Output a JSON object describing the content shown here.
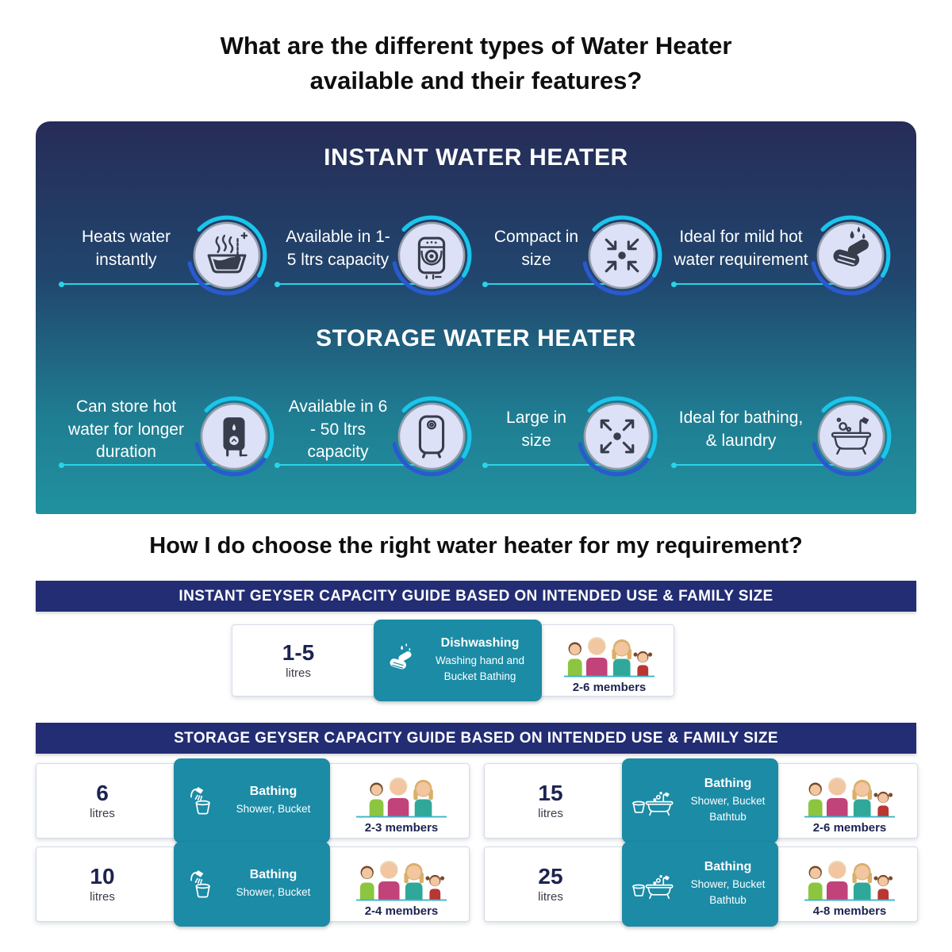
{
  "page": {
    "title_line1": "What are the different types of Water Heater",
    "title_line2": "available and their features?",
    "subtitle": "How I do choose the right water heater for my requirement?"
  },
  "types_panel": {
    "instant": {
      "heading": "INSTANT WATER HEATER",
      "features": [
        {
          "text": "Heats water instantly",
          "icon": "heat-water-basin-icon"
        },
        {
          "text": "Available in 1-5 ltrs capacity",
          "icon": "instant-heater-unit-icon"
        },
        {
          "text": "Compact in size",
          "icon": "compact-size-arrows-icon"
        },
        {
          "text": "Ideal for mild hot water requirement",
          "icon": "hand-washing-icon"
        }
      ]
    },
    "storage": {
      "heading": "STORAGE WATER HEATER",
      "features": [
        {
          "text": "Can store hot water for longer duration",
          "icon": "storage-tank-filled-icon"
        },
        {
          "text": "Available in 6 - 50 ltrs capacity",
          "icon": "storage-tank-outline-icon"
        },
        {
          "text": "Large in size",
          "icon": "large-size-arrows-icon"
        },
        {
          "text": "Ideal for bathing, & laundry",
          "icon": "bathtub-icon"
        }
      ]
    }
  },
  "instant_guide": {
    "header": "INSTANT GEYSER CAPACITY GUIDE BASED ON INTENDED USE & FAMILY SIZE",
    "row": {
      "capacity": "1-5",
      "unit": "litres",
      "use_title": "Dishwashing",
      "use_line1": "Washing hand  and",
      "use_line2": "Bucket Bathing",
      "icon": "hand-washing-icon",
      "members": "2-6 members",
      "people": 4
    }
  },
  "storage_guide": {
    "header": "STORAGE GEYSER CAPACITY GUIDE BASED ON INTENDED USE & FAMILY SIZE",
    "rows": [
      {
        "capacity": "6",
        "unit": "litres",
        "use_title": "Bathing",
        "use_line1": "Shower, Bucket",
        "use_line2": "",
        "icon": "shower-bucket-icon",
        "members": "2-3 members",
        "people": 3
      },
      {
        "capacity": "15",
        "unit": "litres",
        "use_title": "Bathing",
        "use_line1": "Shower, Bucket",
        "use_line2": "Bathtub",
        "icon": "bucket-bathtub-icon",
        "members": "2-6 members",
        "people": 4
      },
      {
        "capacity": "10",
        "unit": "litres",
        "use_title": "Bathing",
        "use_line1": "Shower, Bucket",
        "use_line2": "",
        "icon": "shower-bucket-icon",
        "members": "2-4 members",
        "people": 4
      },
      {
        "capacity": "25",
        "unit": "litres",
        "use_title": "Bathing",
        "use_line1": "Shower, Bucket",
        "use_line2": "Bathtub",
        "icon": "bucket-bathtub-icon",
        "members": "4-8 members",
        "people": 4
      }
    ]
  },
  "colors": {
    "panel_top": "#262c57",
    "panel_bottom": "#20919f",
    "arc_cyan": "#19c6ec",
    "arc_blue": "#2b59cf",
    "icon_disc": "#dde1f7",
    "guide_bar_navy": "#232d74",
    "use_box_teal": "#1b8ba6",
    "capacity_navy": "#1c2350"
  }
}
